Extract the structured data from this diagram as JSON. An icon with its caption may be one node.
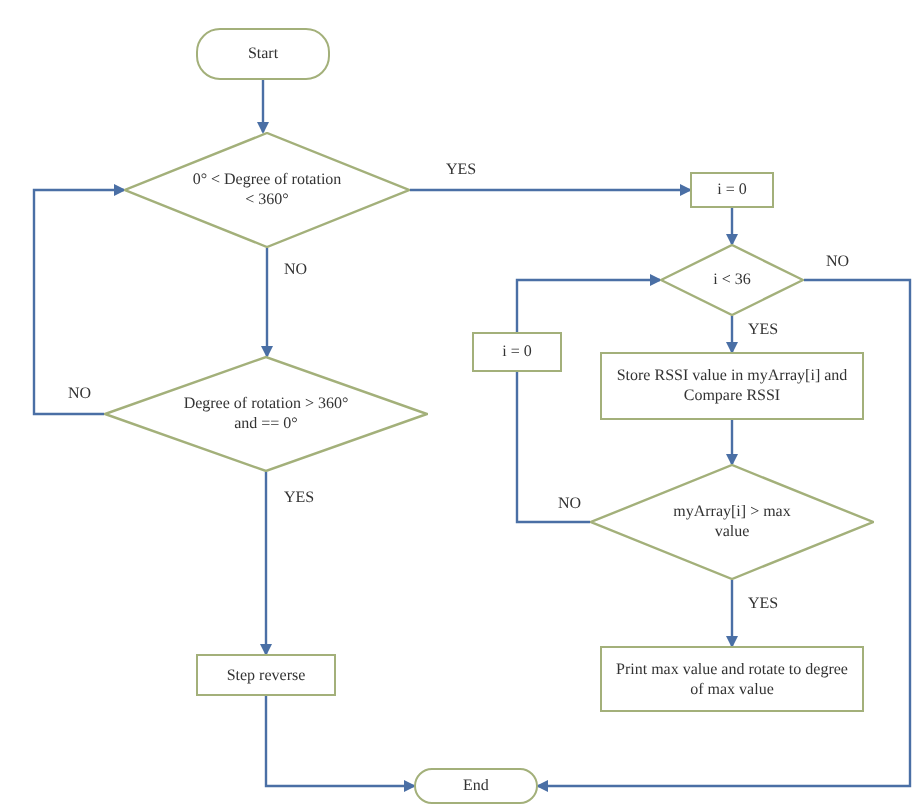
{
  "diagram": {
    "nodes": [
      {
        "text": [
          "Start"
        ]
      },
      {
        "text": [
          "0° < Degree of rotation < 360°"
        ]
      },
      {
        "text": [
          "i = 0"
        ]
      },
      {
        "text": [
          "i < 36"
        ]
      },
      {
        "text": [
          "i = 0"
        ]
      },
      {
        "text": [
          "Store RSSI value in myArray[i] and Compare RSSI"
        ]
      },
      {
        "text": [
          "Degree of rotation > 360° and == 0°"
        ]
      },
      {
        "text": [
          "myArray[i] > max value"
        ]
      },
      {
        "text": [
          "Step reverse"
        ]
      },
      {
        "text": [
          "Print max value and rotate to degree of max value"
        ]
      },
      {
        "text": [
          "End"
        ]
      }
    ],
    "edges": [
      {
        "from": 0,
        "to": 1,
        "arrow": "to"
      },
      {
        "from": 1,
        "to": 2,
        "arrow": "to",
        "label": "YES"
      },
      {
        "from": 1,
        "to": 6,
        "arrow": "to",
        "label": "NO"
      },
      {
        "from": 6,
        "to": 1,
        "arrow": "to",
        "label": "NO"
      },
      {
        "from": 6,
        "to": 8,
        "arrow": "to",
        "label": "YES"
      },
      {
        "from": 8,
        "to": 10,
        "arrow": "to"
      },
      {
        "from": 2,
        "to": 3,
        "arrow": "to"
      },
      {
        "from": 3,
        "to": 5,
        "arrow": "to",
        "label": "YES"
      },
      {
        "from": 3,
        "to": 10,
        "arrow": "to",
        "label": "NO"
      },
      {
        "from": 5,
        "to": 7,
        "arrow": "to"
      },
      {
        "from": 7,
        "to": 4,
        "arrow": "none",
        "label": "NO"
      },
      {
        "from": 4,
        "to": 3,
        "arrow": "to"
      },
      {
        "from": 7,
        "to": 9,
        "arrow": "to",
        "label": "YES"
      }
    ]
  }
}
